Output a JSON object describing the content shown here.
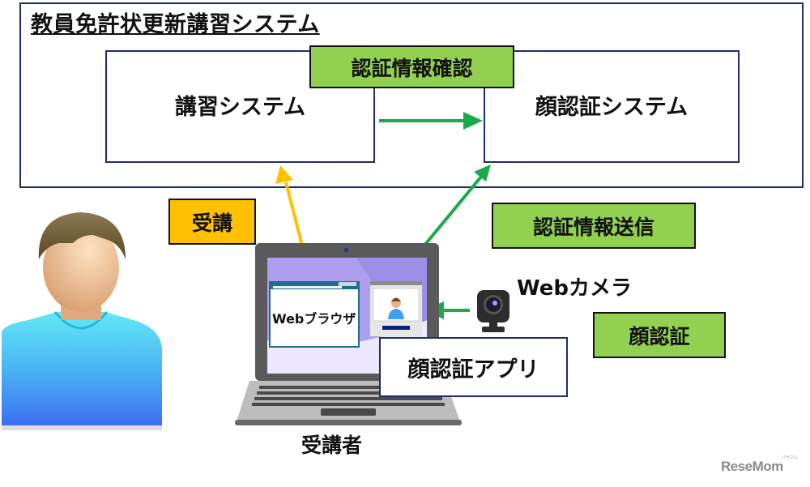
{
  "system": {
    "title": "教員免許状更新講習システム",
    "lecture_system": "講習システム",
    "face_system": "顔認証システム"
  },
  "tags": {
    "auth_confirm": "認証情報確認",
    "auth_send": "認証情報送信",
    "attend": "受講",
    "face_auth": "顔認証"
  },
  "devices": {
    "browser": "Webブラウザ",
    "face_app": "顔認証アプリ",
    "webcam": "Webカメラ"
  },
  "learner_label": "受講者",
  "brand": {
    "name": "ReseMom",
    "sub": "リセマム"
  },
  "colors": {
    "frame": "#1b2f6e",
    "green_tag": "#92d050",
    "yellow_tag": "#ffc000",
    "green_arrow": "#1aaa4b",
    "yellow_arrow": "#ffc000"
  }
}
